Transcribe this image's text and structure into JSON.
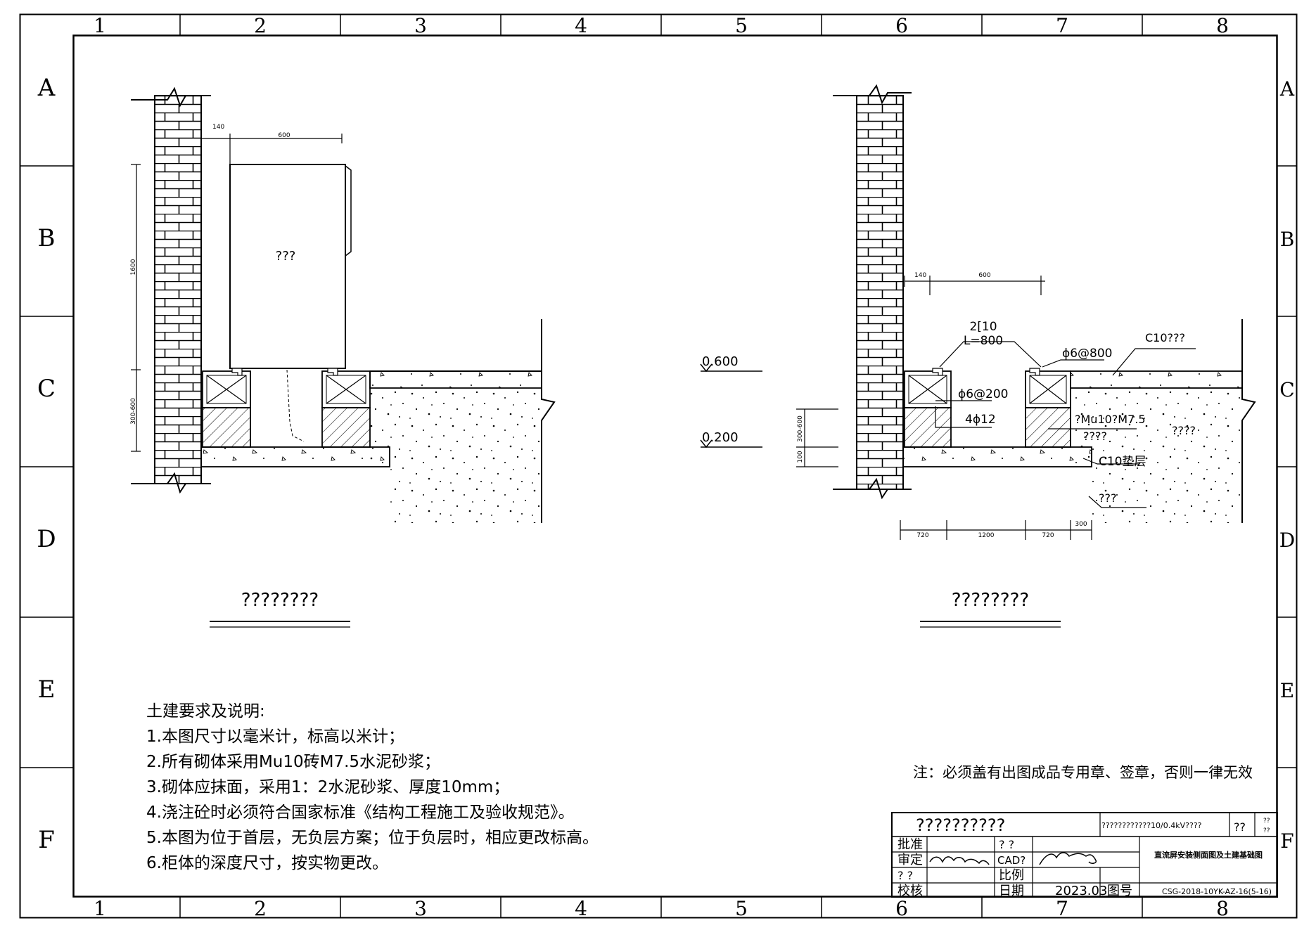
{
  "grid": {
    "columns": [
      "1",
      "2",
      "3",
      "4",
      "5",
      "6",
      "7",
      "8"
    ],
    "rows": [
      "A",
      "B",
      "C",
      "D",
      "E",
      "F"
    ]
  },
  "left_view": {
    "cabinet_label": "???",
    "dim_140": "140",
    "dim_600": "600",
    "dim_1600": "1600",
    "dim_300_600": "300-600",
    "title": "????????"
  },
  "elevations": {
    "upper": "0.600",
    "lower": "0.200"
  },
  "right_view": {
    "dim_140": "140",
    "dim_600": "600",
    "channel_line1": "2[10",
    "channel_line2": "L=800",
    "rebar_top": "ϕ6@800",
    "concrete_label": "C10???",
    "stirrup_label": "ϕ6@200",
    "bars_label": "4ϕ12",
    "masonry_label": "?Mu10?M7.5",
    "masonry_sub": "????",
    "fill_label": "????",
    "cushion_label": "C10垫层",
    "soil_label": "???",
    "dim_300_600": "300-600",
    "dim_100": "100",
    "bottom_dims": [
      "720",
      "1200",
      "720",
      "300"
    ],
    "title": "????????"
  },
  "notes": {
    "heading": "土建要求及说明:",
    "items": [
      "1.本图尺寸以毫米计，标高以米计；",
      "2.所有砌体采用Mu10砖M7.5水泥砂浆；",
      "3.砌体应抹面，采用1：2水泥砂浆、厚度10mm；",
      "4.浇注砼时必须符合国家标准《结构工程施工及验收规范》。",
      "5.本图为位于首层，无负层方案；位于负层时，相应更改标高。",
      "6.柜体的深度尺寸，按实物更改。"
    ]
  },
  "stamp_note": "注：必须盖有出图成品专用章、签章，否则一律无效",
  "title_block": {
    "company": "??????????",
    "project": "????????????10/0.4kV????",
    "stage": "??",
    "stage_small_1": "??",
    "stage_small_2": "??",
    "drawing_title": "直流屏安装侧面图及土建基础图",
    "row_labels": [
      "批准",
      "审定",
      "? ?",
      "校核"
    ],
    "mid_labels": [
      "? ?",
      "CAD?",
      "比例",
      "日期"
    ],
    "date": "2023.03",
    "drawing_no_label": "图号",
    "drawing_no": "CSG-2018-10YK-AZ-16(5-16)"
  }
}
